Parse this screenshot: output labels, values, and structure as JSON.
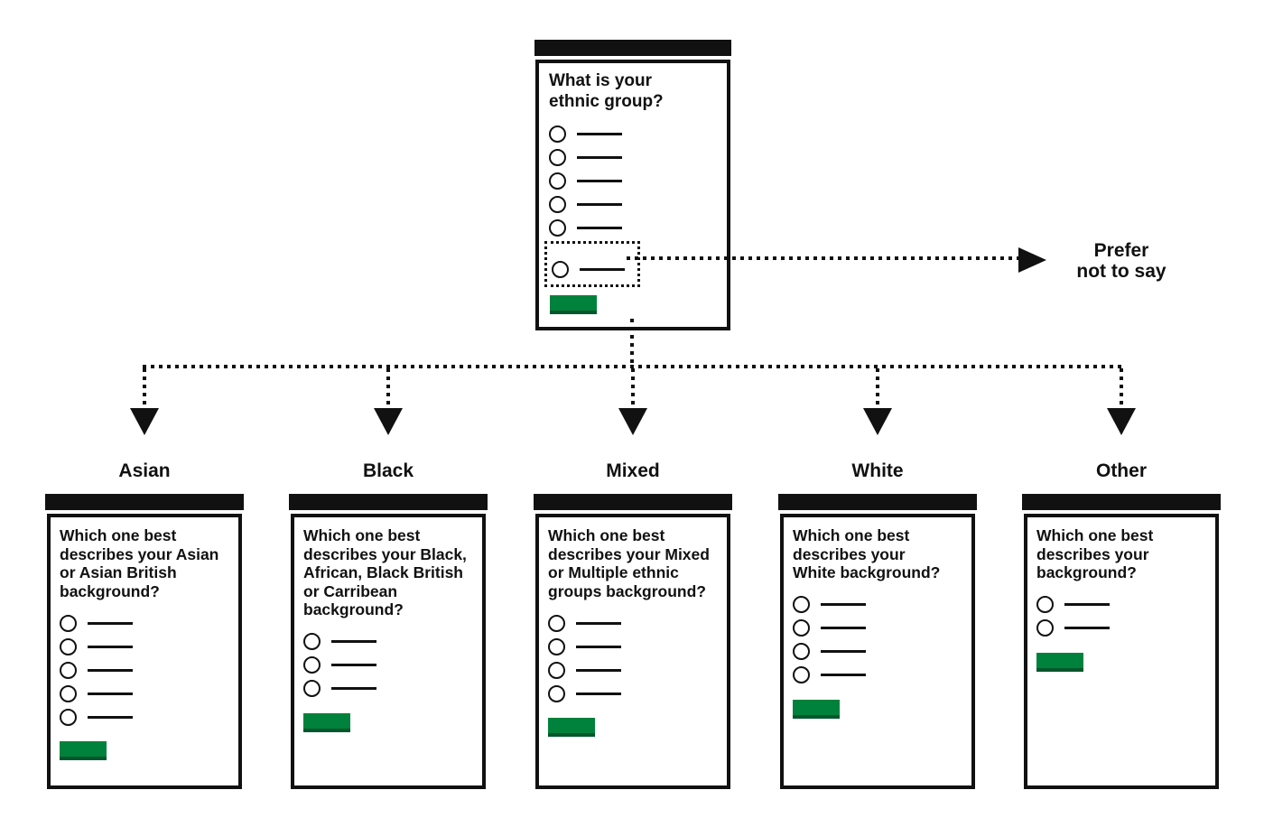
{
  "palette": {
    "ink": "#111111",
    "button_green": "#00823c",
    "button_green_shadow": "#00572b",
    "card_bg": "#ffffff"
  },
  "root_card": {
    "question_lines": [
      "What is your",
      "ethnic group?"
    ],
    "option_count": 5,
    "optout_option_count": 1
  },
  "optout_label_lines": [
    "Prefer",
    "not to say"
  ],
  "branches": [
    {
      "label": "Asian",
      "question_lines": [
        "Which one best",
        "describes your Asian",
        "or Asian British",
        "background?"
      ],
      "option_count": 5
    },
    {
      "label": "Black",
      "question_lines": [
        "Which one best",
        "describes your Black,",
        "African, Black British",
        "or Carribean",
        "background?"
      ],
      "option_count": 3
    },
    {
      "label": "Mixed",
      "question_lines": [
        "Which one best",
        "describes your Mixed",
        "or Multiple ethnic",
        "groups background?"
      ],
      "option_count": 4
    },
    {
      "label": "White",
      "question_lines": [
        "Which one best",
        "describes your",
        "White background?"
      ],
      "option_count": 4
    },
    {
      "label": "Other",
      "question_lines": [
        "Which one best",
        "describes your",
        "background?"
      ],
      "option_count": 2
    }
  ]
}
